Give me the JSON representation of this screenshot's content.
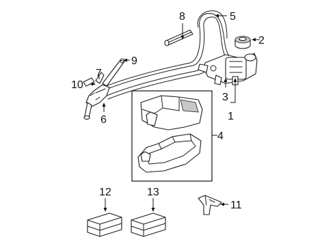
{
  "diagram": {
    "callouts": [
      {
        "id": "c1",
        "label": "1"
      },
      {
        "id": "c2",
        "label": "2"
      },
      {
        "id": "c3",
        "label": "3"
      },
      {
        "id": "c4",
        "label": "4"
      },
      {
        "id": "c5",
        "label": "5"
      },
      {
        "id": "c6",
        "label": "6"
      },
      {
        "id": "c7",
        "label": "7"
      },
      {
        "id": "c8",
        "label": "8"
      },
      {
        "id": "c9",
        "label": "9"
      },
      {
        "id": "c10",
        "label": "10"
      },
      {
        "id": "c11",
        "label": "11"
      },
      {
        "id": "c12",
        "label": "12"
      },
      {
        "id": "c13",
        "label": "13"
      }
    ]
  },
  "colors": {
    "line": "#1a1a1a",
    "background": "#ffffff",
    "shade": "#c8c8c8"
  }
}
